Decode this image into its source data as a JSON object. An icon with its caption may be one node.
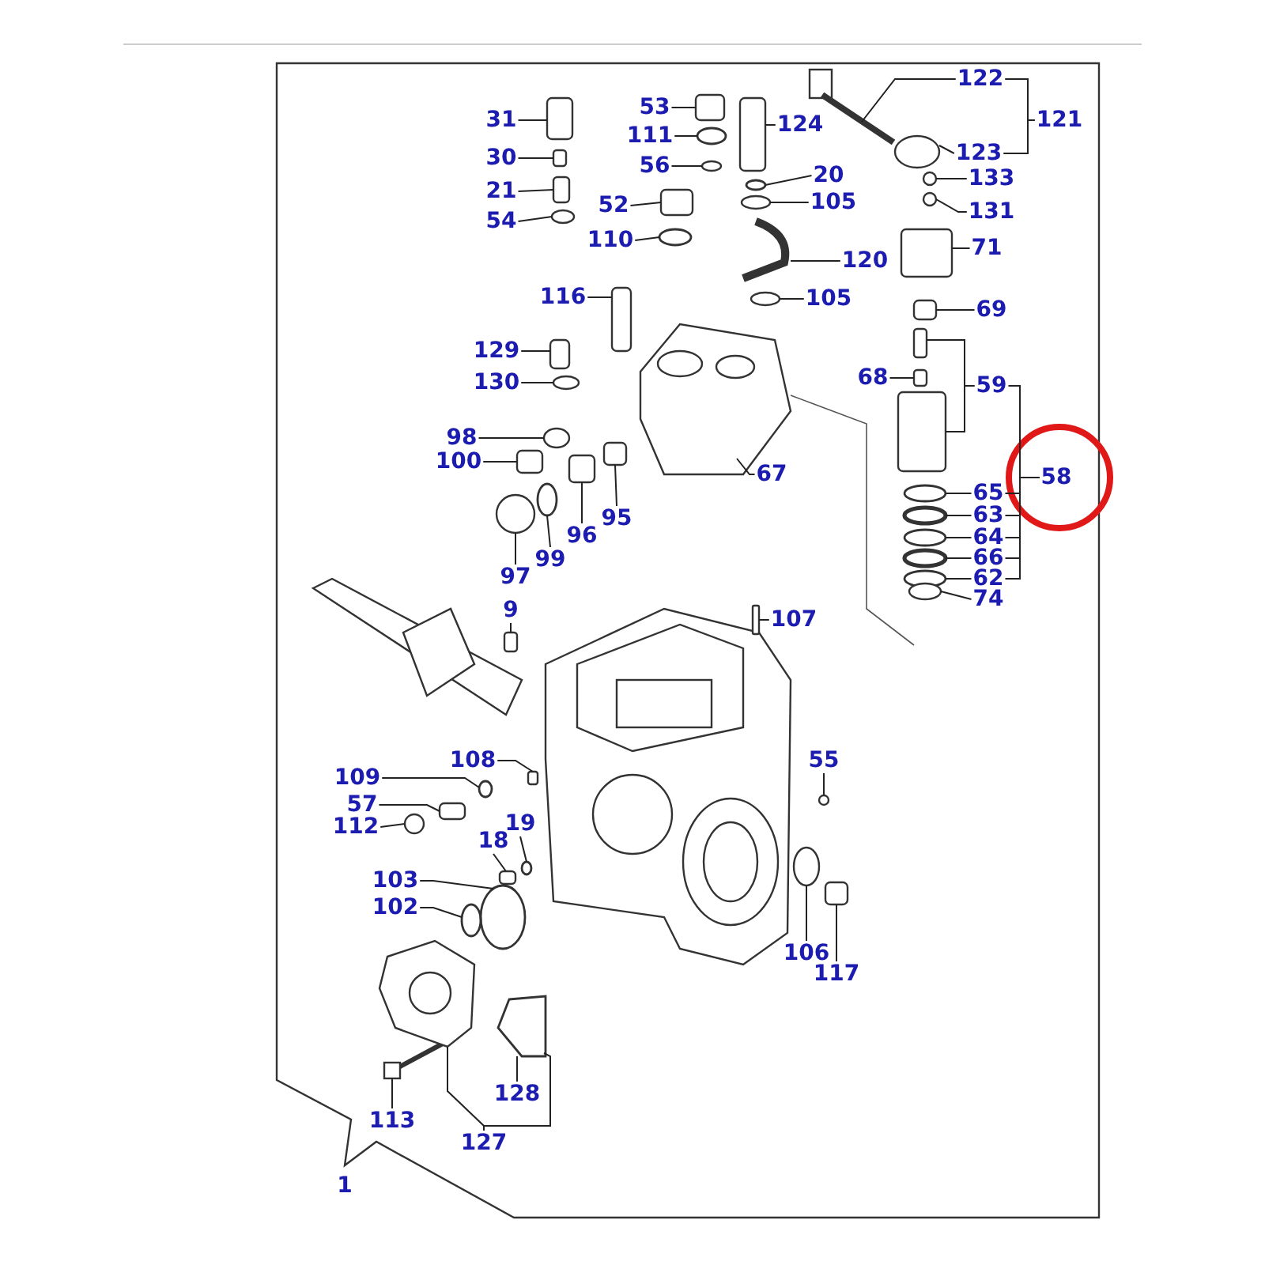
{
  "diagram": {
    "nodes": [
      {
        "text": [
          "31"
        ]
      },
      {
        "text": [
          "30"
        ]
      },
      {
        "text": [
          "21"
        ]
      },
      {
        "text": [
          "54"
        ]
      },
      {
        "text": [
          "53"
        ]
      },
      {
        "text": [
          "111"
        ]
      },
      {
        "text": [
          "56"
        ]
      },
      {
        "text": [
          "52"
        ]
      },
      {
        "text": [
          "110"
        ]
      },
      {
        "text": [
          "116"
        ]
      },
      {
        "text": [
          "129"
        ]
      },
      {
        "text": [
          "130"
        ]
      },
      {
        "text": [
          "98"
        ]
      },
      {
        "text": [
          "100"
        ]
      },
      {
        "text": [
          "97"
        ]
      },
      {
        "text": [
          "99"
        ]
      },
      {
        "text": [
          "96"
        ]
      },
      {
        "text": [
          "95"
        ]
      },
      {
        "text": [
          "67"
        ]
      },
      {
        "text": [
          "124"
        ]
      },
      {
        "text": [
          "20"
        ]
      },
      {
        "text": [
          "105"
        ]
      },
      {
        "text": [
          "120"
        ]
      },
      {
        "text": [
          "105"
        ]
      },
      {
        "text": [
          "122"
        ]
      },
      {
        "text": [
          "123"
        ]
      },
      {
        "text": [
          "133"
        ]
      },
      {
        "text": [
          "131"
        ]
      },
      {
        "text": [
          "71"
        ]
      },
      {
        "text": [
          "69"
        ]
      },
      {
        "text": [
          "68"
        ]
      },
      {
        "text": [
          "65"
        ]
      },
      {
        "text": [
          "63"
        ]
      },
      {
        "text": [
          "64"
        ]
      },
      {
        "text": [
          "66"
        ]
      },
      {
        "text": [
          "62"
        ]
      },
      {
        "text": [
          "74"
        ]
      },
      {
        "text": [
          "9"
        ]
      },
      {
        "text": [
          "107"
        ]
      },
      {
        "text": [
          "108"
        ]
      },
      {
        "text": [
          "109"
        ]
      },
      {
        "text": [
          "57"
        ]
      },
      {
        "text": [
          "112"
        ]
      },
      {
        "text": [
          "55"
        ]
      },
      {
        "text": [
          "19"
        ]
      },
      {
        "text": [
          "18"
        ]
      },
      {
        "text": [
          "103"
        ]
      },
      {
        "text": [
          "102"
        ]
      },
      {
        "text": [
          "106"
        ]
      },
      {
        "text": [
          "117"
        ]
      },
      {
        "text": [
          "128"
        ]
      },
      {
        "text": [
          "113"
        ]
      },
      {
        "text": [
          "127"
        ]
      },
      {
        "text": [
          "121"
        ]
      },
      {
        "text": [
          "59"
        ]
      },
      {
        "text": [
          "58"
        ]
      },
      {
        "text": [],
        "shape": "box"
      },
      {
        "text": [],
        "shape": "box"
      },
      {
        "text": [],
        "shape": "box"
      },
      {
        "text": [],
        "shape": "circle"
      },
      {
        "text": [],
        "shape": "box"
      },
      {
        "text": [],
        "shape": "circle"
      },
      {
        "text": [],
        "shape": "circle"
      },
      {
        "text": [],
        "shape": "box"
      },
      {
        "text": [],
        "shape": "circle"
      },
      {
        "text": [],
        "shape": "box"
      },
      {
        "text": [],
        "shape": "box"
      },
      {
        "text": [],
        "shape": "circle"
      },
      {
        "text": [],
        "shape": "circle"
      },
      {
        "text": [],
        "shape": "box"
      },
      {
        "text": [],
        "shape": "circle"
      },
      {
        "text": [],
        "shape": "circle"
      },
      {
        "text": [],
        "shape": "box"
      },
      {
        "text": [],
        "shape": "box"
      },
      {
        "text": [],
        "shape": "picture"
      },
      {
        "text": [],
        "shape": "box"
      },
      {
        "text": [],
        "shape": "circle"
      },
      {
        "text": [],
        "shape": "circle"
      },
      {
        "text": [],
        "shape": "picture"
      },
      {
        "text": [],
        "shape": "circle"
      },
      {
        "text": [],
        "shape": "picture"
      },
      {
        "text": [],
        "shape": "circle"
      },
      {
        "text": [],
        "shape": "circle"
      },
      {
        "text": [],
        "shape": "circle"
      },
      {
        "text": [],
        "shape": "box"
      },
      {
        "text": [],
        "shape": "box"
      },
      {
        "text": [],
        "shape": "box"
      },
      {
        "text": [],
        "shape": "circle"
      },
      {
        "text": [],
        "shape": "circle"
      },
      {
        "text": [],
        "shape": "circle"
      },
      {
        "text": [],
        "shape": "circle"
      },
      {
        "text": [],
        "shape": "circle"
      },
      {
        "text": [],
        "shape": "circle"
      },
      {
        "text": [],
        "shape": "box"
      },
      {
        "text": [],
        "shape": "box"
      },
      {
        "text": [],
        "shape": "box"
      },
      {
        "text": [],
        "shape": "circle"
      },
      {
        "text": [],
        "shape": "box"
      },
      {
        "text": [],
        "shape": "circle"
      },
      {
        "text": [],
        "shape": "circle"
      },
      {
        "text": [],
        "shape": "circle"
      },
      {
        "text": [],
        "shape": "box"
      },
      {
        "text": [],
        "shape": "circle"
      },
      {
        "text": [],
        "shape": "circle"
      },
      {
        "text": [],
        "shape": "circle"
      },
      {
        "text": [],
        "shape": "box"
      },
      {
        "text": [],
        "shape": "picture"
      },
      {
        "text": [],
        "shape": "picture"
      },
      {
        "text": [],
        "shape": "picture"
      },
      {
        "text": [],
        "shape": "box"
      },
      {
        "text": [],
        "shape": "box"
      }
    ],
    "edges": [
      {
        "from": 0,
        "to": 56,
        "arrow": "none"
      },
      {
        "from": 1,
        "to": 57,
        "arrow": "none"
      },
      {
        "from": 2,
        "to": 58,
        "arrow": "none"
      },
      {
        "from": 3,
        "to": 59,
        "arrow": "none"
      },
      {
        "from": 4,
        "to": 60,
        "arrow": "none"
      },
      {
        "from": 5,
        "to": 61,
        "arrow": "none"
      },
      {
        "from": 6,
        "to": 62,
        "arrow": "none"
      },
      {
        "from": 7,
        "to": 63,
        "arrow": "none"
      },
      {
        "from": 8,
        "to": 64,
        "arrow": "none"
      },
      {
        "from": 9,
        "to": 65,
        "arrow": "none"
      },
      {
        "from": 10,
        "to": 66,
        "arrow": "none"
      },
      {
        "from": 11,
        "to": 67,
        "arrow": "none"
      },
      {
        "from": 12,
        "to": 68,
        "arrow": "none"
      },
      {
        "from": 13,
        "to": 69,
        "arrow": "none"
      },
      {
        "from": 14,
        "to": 70,
        "arrow": "none"
      },
      {
        "from": 15,
        "to": 71,
        "arrow": "none"
      },
      {
        "from": 16,
        "to": 72,
        "arrow": "none"
      },
      {
        "from": 17,
        "to": 73,
        "arrow": "none"
      },
      {
        "from": 18,
        "to": 74,
        "arrow": "none"
      },
      {
        "from": 19,
        "to": 75,
        "arrow": "none"
      },
      {
        "from": 20,
        "to": 76,
        "arrow": "none"
      },
      {
        "from": 21,
        "to": 77,
        "arrow": "none"
      },
      {
        "from": 22,
        "to": 78,
        "arrow": "none"
      },
      {
        "from": 23,
        "to": 79,
        "arrow": "none"
      },
      {
        "from": 24,
        "to": 80,
        "arrow": "none"
      },
      {
        "from": 25,
        "to": 81,
        "arrow": "none"
      },
      {
        "from": 26,
        "to": 82,
        "arrow": "none"
      },
      {
        "from": 27,
        "to": 83,
        "arrow": "none"
      },
      {
        "from": 28,
        "to": 84,
        "arrow": "none"
      },
      {
        "from": 29,
        "to": 85,
        "arrow": "none"
      },
      {
        "from": 30,
        "to": 86,
        "arrow": "none"
      },
      {
        "from": 31,
        "to": 87,
        "arrow": "none"
      },
      {
        "from": 32,
        "to": 88,
        "arrow": "none"
      },
      {
        "from": 33,
        "to": 89,
        "arrow": "none"
      },
      {
        "from": 34,
        "to": 90,
        "arrow": "none"
      },
      {
        "from": 35,
        "to": 91,
        "arrow": "none"
      },
      {
        "from": 36,
        "to": 92,
        "arrow": "none"
      },
      {
        "from": 37,
        "to": 93,
        "arrow": "none"
      },
      {
        "from": 38,
        "to": 94,
        "arrow": "none"
      },
      {
        "from": 39,
        "to": 95,
        "arrow": "none"
      },
      {
        "from": 40,
        "to": 96,
        "arrow": "none"
      },
      {
        "from": 41,
        "to": 97,
        "arrow": "none"
      },
      {
        "from": 42,
        "to": 98,
        "arrow": "none"
      },
      {
        "from": 43,
        "to": 99,
        "arrow": "none"
      },
      {
        "from": 44,
        "to": 100,
        "arrow": "none"
      },
      {
        "from": 45,
        "to": 101,
        "arrow": "none"
      },
      {
        "from": 46,
        "to": 102,
        "arrow": "none"
      },
      {
        "from": 47,
        "to": 103,
        "arrow": "none"
      },
      {
        "from": 48,
        "to": 104,
        "arrow": "none"
      },
      {
        "from": 49,
        "to": 105,
        "arrow": "none"
      },
      {
        "from": 50,
        "to": 106,
        "arrow": "none"
      },
      {
        "from": 51,
        "to": 107,
        "arrow": "none"
      },
      {
        "from": 52,
        "to": 108,
        "arrow": "none"
      },
      {
        "from": 52,
        "to": 106,
        "arrow": "none"
      },
      {
        "from": 53,
        "to": 24,
        "arrow": "none"
      },
      {
        "from": 53,
        "to": 25,
        "arrow": "none"
      },
      {
        "from": 54,
        "to": 109,
        "arrow": "none"
      },
      {
        "from": 54,
        "to": 110,
        "arrow": "none"
      },
      {
        "from": 55,
        "to": 54,
        "arrow": "none"
      },
      {
        "from": 55,
        "to": 31,
        "arrow": "none"
      },
      {
        "from": 55,
        "to": 32,
        "arrow": "none"
      },
      {
        "from": 55,
        "to": 33,
        "arrow": "none"
      },
      {
        "from": 55,
        "to": 34,
        "arrow": "none"
      },
      {
        "from": 55,
        "to": 35,
        "arrow": "none"
      }
    ],
    "labels": [
      "1"
    ]
  }
}
